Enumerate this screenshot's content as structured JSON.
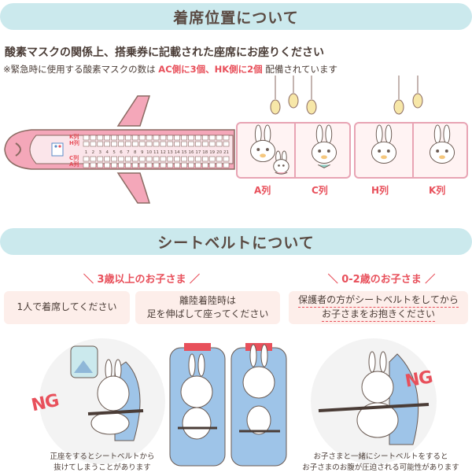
{
  "section1": {
    "title": "着席位置について",
    "lead": "酸素マスクの関係上、搭乗券に記載された座席にお座りください",
    "note_prefix": "※緊急時に使用する酸素マスクの数は ",
    "note_red1": "AC側に3個、HK側に2個",
    "note_suffix": " 配備されています",
    "row_letters": [
      "K列",
      "H列",
      "C列",
      "A列"
    ],
    "seat_numbers": [
      "1",
      "2",
      "3",
      "4",
      "5",
      "6",
      "7",
      "8",
      "9",
      "10",
      "11",
      "12",
      "13",
      "14",
      "15",
      "16",
      "17",
      "18",
      "19",
      "20",
      "21"
    ],
    "labels": {
      "a": "A列",
      "c": "C列",
      "h": "H列",
      "k": "K列"
    }
  },
  "section2": {
    "title": "シートベルトについて",
    "age3_head": "＼ 3歳以上のお子さま ／",
    "age02_head": "＼ 0-2歳のお子さま ／",
    "card1": "1人で着席してください",
    "card2_line1": "離陸着陸時は",
    "card2_line2": "足を伸ばして座ってください",
    "card3_line1": "保護者の方がシートベルトをしてから",
    "card3_line2": "お子さまをお抱きください",
    "ng_label": "NG",
    "caption1_line1": "正座をするとシートベルトから",
    "caption1_line2": "抜けてしまうことがあります",
    "caption3_line1": "お子さまと一緒にシートベルトをすると",
    "caption3_line2": "お子さまのお腹が圧迫される可能性があります"
  },
  "colors": {
    "band": "#cbe9ed",
    "accent_red": "#e8505b",
    "plane_pink": "#f4a7b9",
    "card_bg": "#fdeeea"
  }
}
